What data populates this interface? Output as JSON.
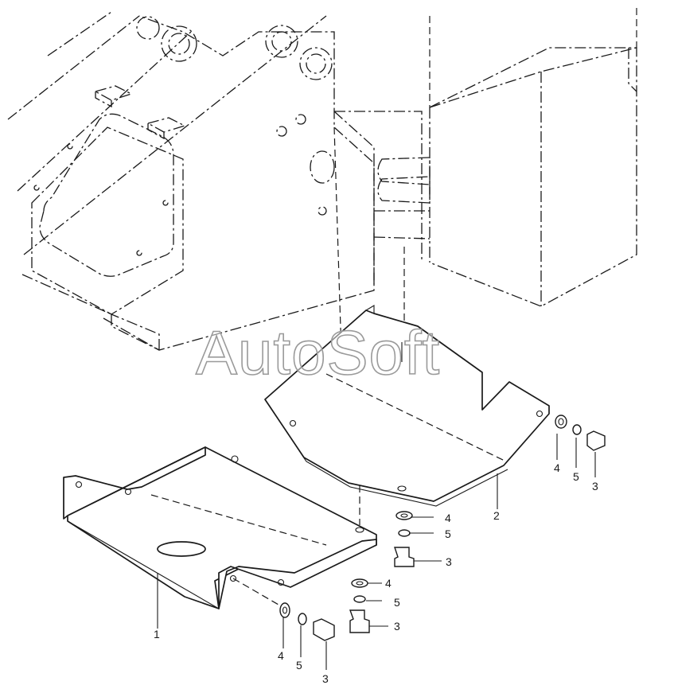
{
  "watermark": {
    "text": "AutoSoft"
  },
  "callouts": [
    {
      "id": "c1",
      "text": "1"
    },
    {
      "id": "c2",
      "text": "2"
    },
    {
      "id": "c3a",
      "text": "3"
    },
    {
      "id": "c3b",
      "text": "3"
    },
    {
      "id": "c3c",
      "text": "3"
    },
    {
      "id": "c3d",
      "text": "3"
    },
    {
      "id": "c4a",
      "text": "4"
    },
    {
      "id": "c4b",
      "text": "4"
    },
    {
      "id": "c4c",
      "text": "4"
    },
    {
      "id": "c4d",
      "text": "4"
    },
    {
      "id": "c5a",
      "text": "5"
    },
    {
      "id": "c5b",
      "text": "5"
    },
    {
      "id": "c5c",
      "text": "5"
    },
    {
      "id": "c5d",
      "text": "5"
    }
  ]
}
